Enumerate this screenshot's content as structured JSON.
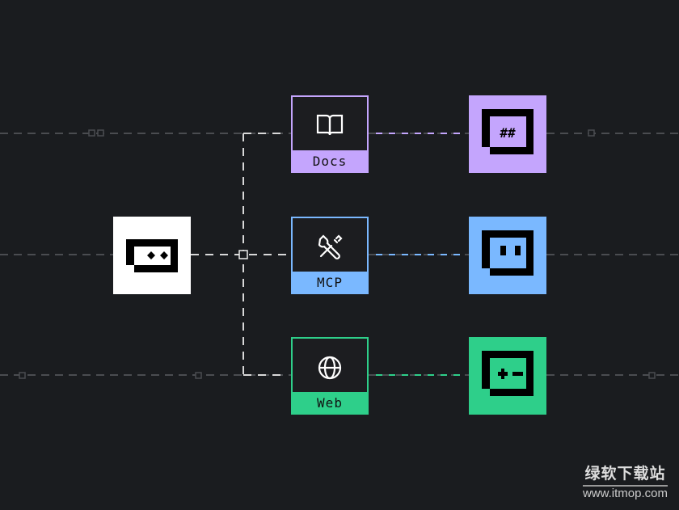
{
  "colors": {
    "background": "#1a1c1f",
    "docs": "#c4a5fd",
    "mcp": "#7ab8ff",
    "web": "#2ecf8a",
    "agent": "#ffffff"
  },
  "agent": {
    "icon": "agent-bot-icon"
  },
  "tools": [
    {
      "label": "Docs",
      "icon": "book-icon",
      "color": "#c4a5fd"
    },
    {
      "label": "MCP",
      "icon": "tools-icon",
      "color": "#7ab8ff"
    },
    {
      "label": "Web",
      "icon": "globe-icon",
      "color": "#2ecf8a"
    }
  ],
  "outputs": [
    {
      "icon": "hash-bot-icon",
      "glyph": "##"
    },
    {
      "icon": "pause-bot-icon",
      "glyph": "▮▮"
    },
    {
      "icon": "plus-minus-bot-icon",
      "glyph": "+-"
    }
  ],
  "watermark": {
    "line1": "绿软下载站",
    "line2": "www.itmop.com"
  }
}
